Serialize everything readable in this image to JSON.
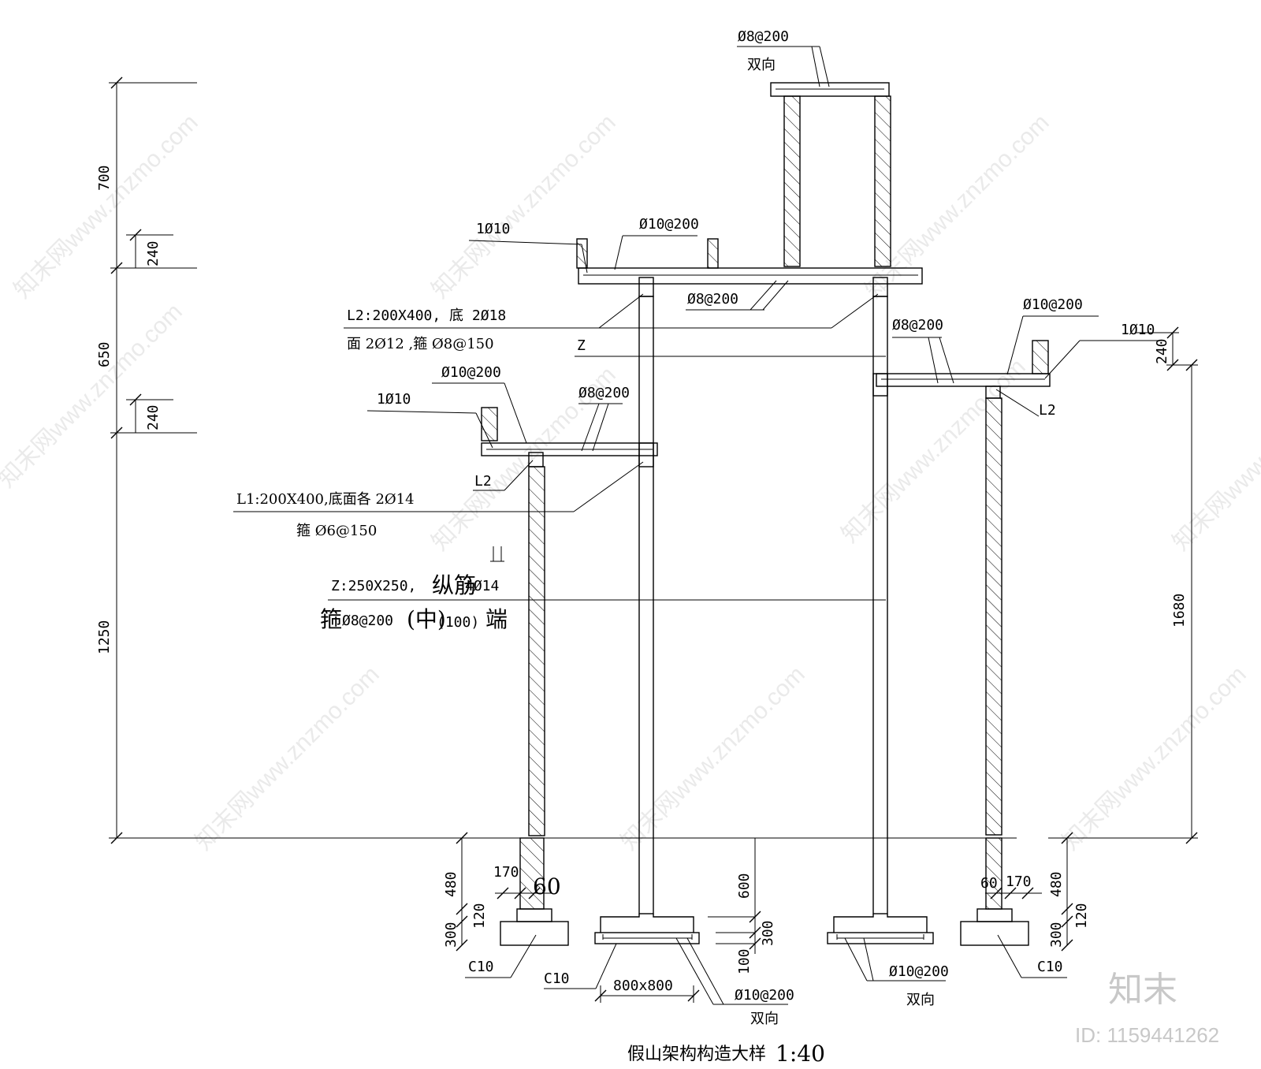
{
  "title": "假山架构构造大样",
  "scale": "1:40",
  "dims": {
    "left_700": "700",
    "left_240_top": "240",
    "left_650": "650",
    "left_240_mid": "240",
    "left_1250": "1250",
    "right_240": "240",
    "right_1680": "1680",
    "f1_480": "480",
    "f1_120": "120",
    "f1_300": "300",
    "f1_170": "170",
    "f1_60": "60",
    "f2_600": "600",
    "f2_300": "300",
    "f2_100": "100",
    "f2_size": "800x800",
    "f4_60": "60",
    "f4_170": "170",
    "f4_480": "480",
    "f4_120": "120",
    "f4_300": "300"
  },
  "labels": {
    "top_rebar": "Ø8@200",
    "top_dir": "双向",
    "upper_1010": "1Ø10",
    "upper_slab_top": "Ø10@200",
    "upper_slab_bot": "Ø8@200",
    "l2_spec_1": "L2:200X400, 底 2Ø18",
    "l2_spec_2": "面 2Ø12 ,箍 Ø8@150",
    "z_mark": "Z",
    "right_slab_bot": "Ø8@200",
    "right_slab_top": "Ø10@200",
    "right_1010": "1Ø10",
    "right_l2": "L2",
    "left_slab_top": "Ø10@200",
    "left_1010": "1Ø10",
    "left_slab_bot": "Ø8@200",
    "left_l2": "L2",
    "l1_spec_1": "L1:200X400,底面各   2Ø14",
    "l1_spec_2": "箍 Ø6@150",
    "z_spec_1a": "Z:250X250,",
    "z_spec_1b": "纵筋",
    "z_spec_1c": "4Ø14",
    "z_spec_2a": "箍",
    "z_spec_2b": "Ø8@200",
    "z_spec_2c": "(中)",
    "z_spec_2d": "(100)",
    "z_spec_2e": "端",
    "c10_a": "C10",
    "c10_b": "C10",
    "c10_c": "C10",
    "footing_rebar_a": "Ø10@200",
    "footing_dir_a": "双向",
    "footing_rebar_b": "Ø10@200",
    "footing_dir_b": "双向"
  },
  "watermark": {
    "text": "知末网www.znzmo.com",
    "logo": "知末",
    "id": "ID: 1159441262"
  }
}
